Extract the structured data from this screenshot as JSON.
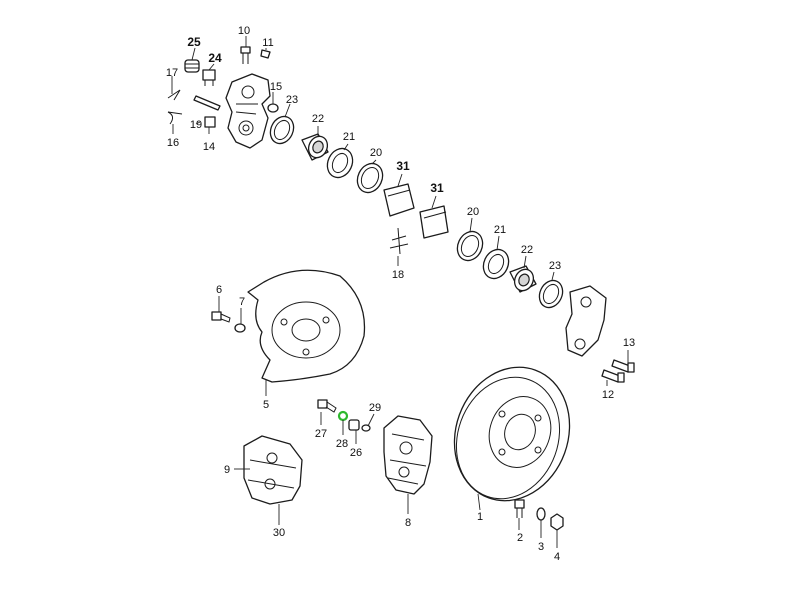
{
  "highlight_color": "#2db82d",
  "callouts": {
    "n1": "1",
    "n2": "2",
    "n3": "3",
    "n4": "4",
    "n5": "5",
    "n6": "6",
    "n7": "7",
    "n8": "8",
    "n9": "9",
    "n10": "10",
    "n11": "11",
    "n12": "12",
    "n13": "13",
    "n14": "14",
    "n15": "15",
    "n16": "16",
    "n17": "17",
    "n18": "18",
    "n19": "19",
    "n20a": "20",
    "n20b": "20",
    "n21a": "21",
    "n21b": "21",
    "n22a": "22",
    "n22b": "22",
    "n23a": "23",
    "n23b": "23",
    "n24": "24",
    "n25": "25",
    "n26": "26",
    "n27": "27",
    "n28": "28",
    "n29": "29",
    "n30": "30",
    "n31a": "31",
    "n31b": "31"
  }
}
